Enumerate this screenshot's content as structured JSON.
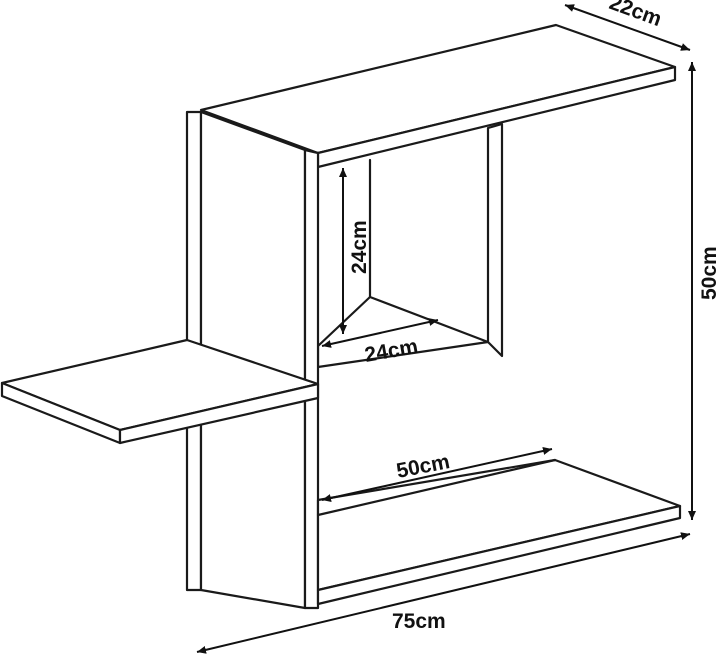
{
  "diagram": {
    "subject": "wall shelf dimension drawing",
    "dimensions": {
      "depth": "22cm",
      "height": "50cm",
      "cube_height": "24cm",
      "cube_width": "24cm",
      "lower_shelf_width": "50cm",
      "total_width": "75cm"
    }
  }
}
